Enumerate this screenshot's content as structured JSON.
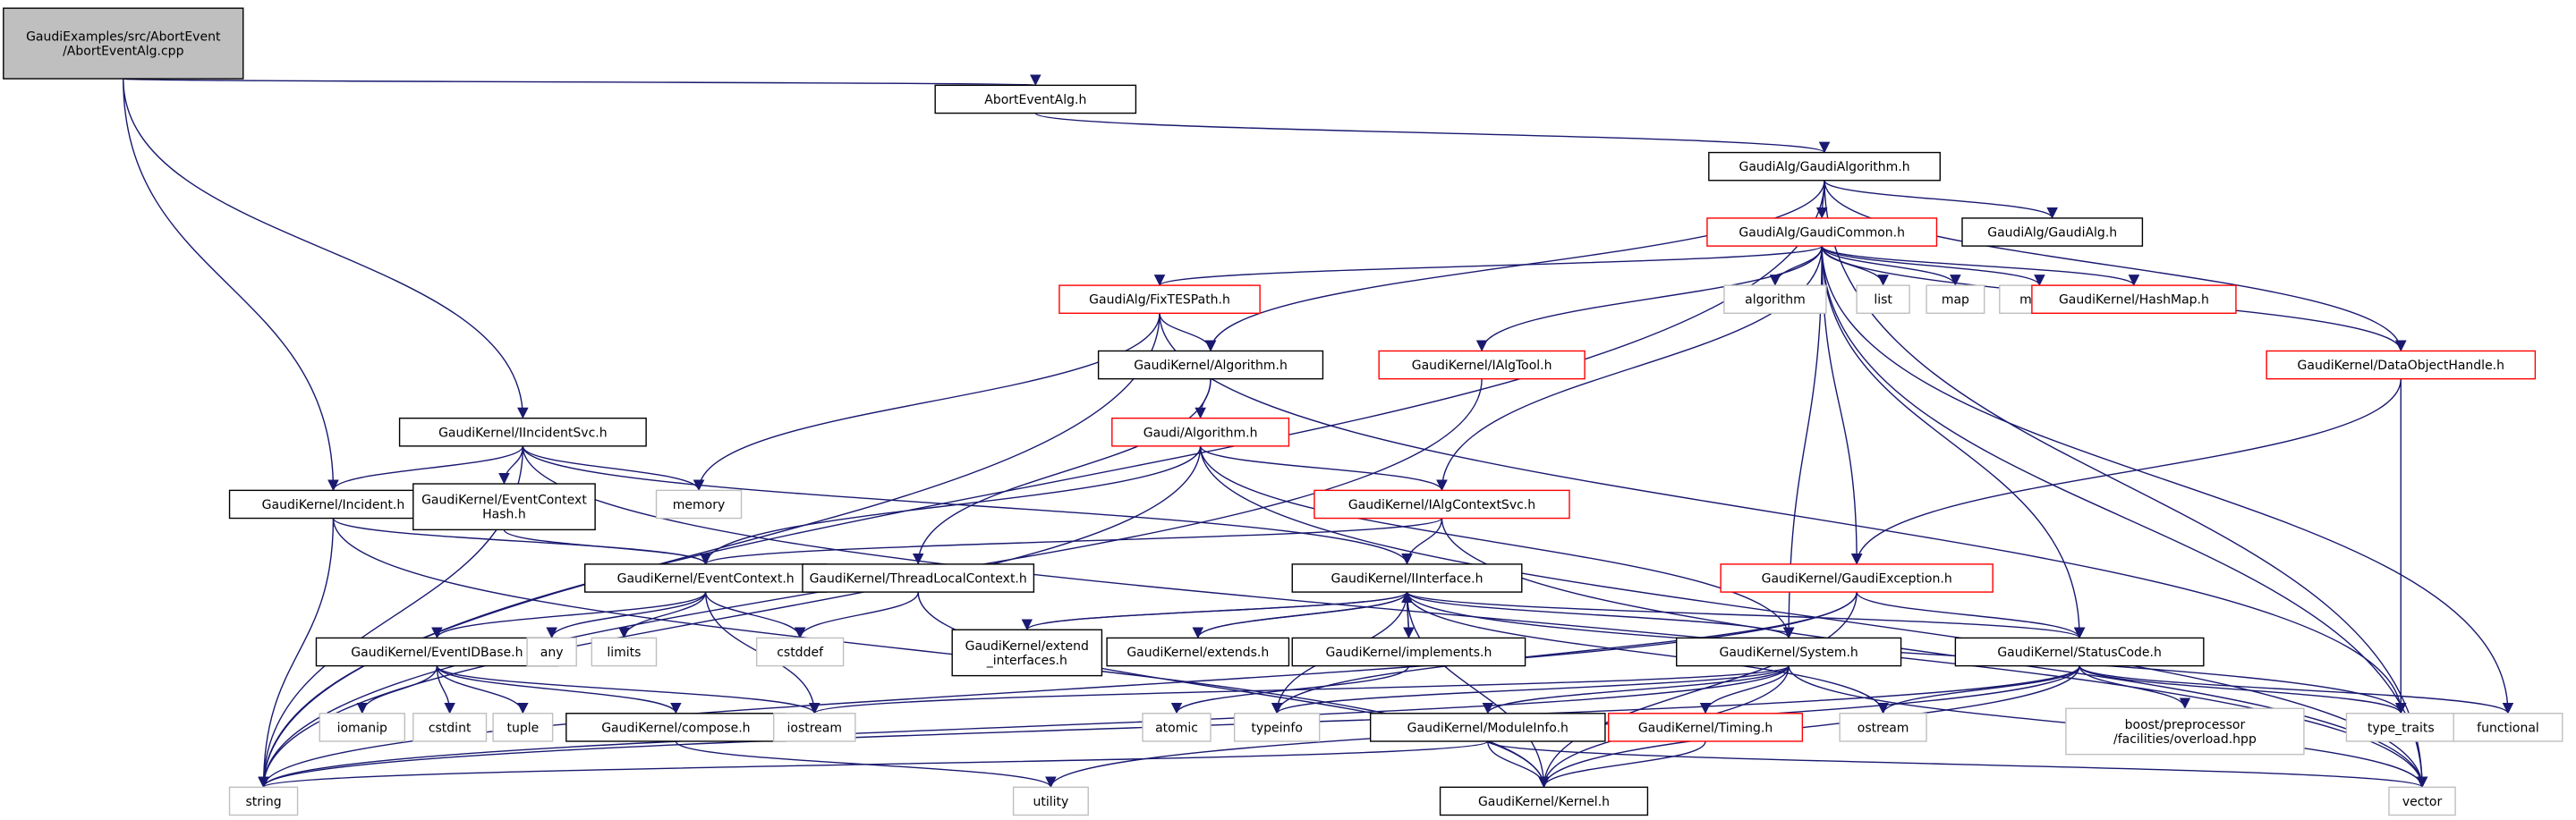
{
  "graph": {
    "colors": {
      "edge": "#191970",
      "root_fill": "#bfbfbf",
      "root_border": "#000000",
      "header_border": "#000000",
      "has_more_border": "#ff0000",
      "system_border": "#bfbfbf"
    },
    "nodes": [
      {
        "id": "root",
        "kind": "root",
        "lines": [
          "GaudiExamples/src/AbortEvent",
          "/AbortEventAlg.cpp"
        ]
      },
      {
        "id": "abortalg",
        "kind": "header",
        "lines": [
          "AbortEventAlg.h"
        ]
      },
      {
        "id": "gaudialgorithm",
        "kind": "header",
        "lines": [
          "GaudiAlg/GaudiAlgorithm.h"
        ]
      },
      {
        "id": "gaudicommon",
        "kind": "more",
        "lines": [
          "GaudiAlg/GaudiCommon.h"
        ]
      },
      {
        "id": "gaudialg",
        "kind": "header",
        "lines": [
          "GaudiAlg/GaudiAlg.h"
        ]
      },
      {
        "id": "fixtes",
        "kind": "more",
        "lines": [
          "GaudiAlg/FixTESPath.h"
        ]
      },
      {
        "id": "kalgorithm",
        "kind": "header",
        "lines": [
          "GaudiKernel/Algorithm.h"
        ]
      },
      {
        "id": "ialgtool",
        "kind": "more",
        "lines": [
          "GaudiKernel/IAlgTool.h"
        ]
      },
      {
        "id": "algorithm_std",
        "kind": "system",
        "lines": [
          "algorithm"
        ]
      },
      {
        "id": "list",
        "kind": "system",
        "lines": [
          "list"
        ]
      },
      {
        "id": "map",
        "kind": "system",
        "lines": [
          "map"
        ]
      },
      {
        "id": "mutex",
        "kind": "system",
        "lines": [
          "mutex"
        ]
      },
      {
        "id": "hashmap",
        "kind": "more",
        "lines": [
          "GaudiKernel/HashMap.h"
        ]
      },
      {
        "id": "dataobjhandle",
        "kind": "more",
        "lines": [
          "GaudiKernel/DataObjectHandle.h"
        ]
      },
      {
        "id": "iincidentsvc",
        "kind": "header",
        "lines": [
          "GaudiKernel/IIncidentSvc.h"
        ]
      },
      {
        "id": "gaudialgorithm2",
        "kind": "more",
        "lines": [
          "Gaudi/Algorithm.h"
        ]
      },
      {
        "id": "incident",
        "kind": "header",
        "lines": [
          "GaudiKernel/Incident.h"
        ]
      },
      {
        "id": "evctxhash",
        "kind": "header",
        "lines": [
          "GaudiKernel/EventContext",
          "Hash.h"
        ]
      },
      {
        "id": "memory",
        "kind": "system",
        "lines": [
          "memory"
        ]
      },
      {
        "id": "ialgcontextsvc",
        "kind": "more",
        "lines": [
          "GaudiKernel/IAlgContextSvc.h"
        ]
      },
      {
        "id": "eventcontext",
        "kind": "header",
        "lines": [
          "GaudiKernel/EventContext.h"
        ]
      },
      {
        "id": "threadlocal",
        "kind": "header",
        "lines": [
          "GaudiKernel/ThreadLocalContext.h"
        ]
      },
      {
        "id": "iinterface",
        "kind": "header",
        "lines": [
          "GaudiKernel/IInterface.h"
        ]
      },
      {
        "id": "gaudiexception",
        "kind": "more",
        "lines": [
          "GaudiKernel/GaudiException.h"
        ]
      },
      {
        "id": "eventidbase",
        "kind": "header",
        "lines": [
          "GaudiKernel/EventIDBase.h"
        ]
      },
      {
        "id": "any",
        "kind": "system",
        "lines": [
          "any"
        ]
      },
      {
        "id": "limits",
        "kind": "system",
        "lines": [
          "limits"
        ]
      },
      {
        "id": "cstddef",
        "kind": "system",
        "lines": [
          "cstddef"
        ]
      },
      {
        "id": "extendif",
        "kind": "header",
        "lines": [
          "GaudiKernel/extend",
          "_interfaces.h"
        ]
      },
      {
        "id": "extends",
        "kind": "header",
        "lines": [
          "GaudiKernel/extends.h"
        ]
      },
      {
        "id": "implements",
        "kind": "header",
        "lines": [
          "GaudiKernel/implements.h"
        ]
      },
      {
        "id": "system",
        "kind": "header",
        "lines": [
          "GaudiKernel/System.h"
        ]
      },
      {
        "id": "statuscode",
        "kind": "header",
        "lines": [
          "GaudiKernel/StatusCode.h"
        ]
      },
      {
        "id": "iomanip",
        "kind": "system",
        "lines": [
          "iomanip"
        ]
      },
      {
        "id": "cstdint",
        "kind": "system",
        "lines": [
          "cstdint"
        ]
      },
      {
        "id": "tuple",
        "kind": "system",
        "lines": [
          "tuple"
        ]
      },
      {
        "id": "compose",
        "kind": "header",
        "lines": [
          "GaudiKernel/compose.h"
        ]
      },
      {
        "id": "iostream",
        "kind": "system",
        "lines": [
          "iostream"
        ]
      },
      {
        "id": "atomic",
        "kind": "system",
        "lines": [
          "atomic"
        ]
      },
      {
        "id": "typeinfo",
        "kind": "system",
        "lines": [
          "typeinfo"
        ]
      },
      {
        "id": "moduleinfo",
        "kind": "header",
        "lines": [
          "GaudiKernel/ModuleInfo.h"
        ]
      },
      {
        "id": "timing",
        "kind": "more",
        "lines": [
          "GaudiKernel/Timing.h"
        ]
      },
      {
        "id": "ostream",
        "kind": "system",
        "lines": [
          "ostream"
        ]
      },
      {
        "id": "boostpp",
        "kind": "system",
        "lines": [
          "boost/preprocessor",
          "/facilities/overload.hpp"
        ]
      },
      {
        "id": "typetraits",
        "kind": "system",
        "lines": [
          "type_traits"
        ]
      },
      {
        "id": "functional",
        "kind": "system",
        "lines": [
          "functional"
        ]
      },
      {
        "id": "string",
        "kind": "system",
        "lines": [
          "string"
        ]
      },
      {
        "id": "utility",
        "kind": "system",
        "lines": [
          "utility"
        ]
      },
      {
        "id": "kernel",
        "kind": "header",
        "lines": [
          "GaudiKernel/Kernel.h"
        ]
      },
      {
        "id": "vector",
        "kind": "system",
        "lines": [
          "vector"
        ]
      }
    ],
    "edges": [
      [
        "root",
        "abortalg"
      ],
      [
        "root",
        "incident"
      ],
      [
        "root",
        "iincidentsvc"
      ],
      [
        "abortalg",
        "gaudialgorithm"
      ],
      [
        "gaudialgorithm",
        "gaudicommon"
      ],
      [
        "gaudialgorithm",
        "gaudialg"
      ],
      [
        "gaudialgorithm",
        "kalgorithm"
      ],
      [
        "gaudialgorithm",
        "dataobjhandle"
      ],
      [
        "gaudialgorithm",
        "string"
      ],
      [
        "gaudialgorithm",
        "vector"
      ],
      [
        "gaudicommon",
        "fixtes"
      ],
      [
        "gaudicommon",
        "ialgtool"
      ],
      [
        "gaudicommon",
        "algorithm_std"
      ],
      [
        "gaudicommon",
        "list"
      ],
      [
        "gaudicommon",
        "map"
      ],
      [
        "gaudicommon",
        "mutex"
      ],
      [
        "gaudicommon",
        "hashmap"
      ],
      [
        "gaudicommon",
        "dataobjhandle"
      ],
      [
        "gaudicommon",
        "ialgcontextsvc"
      ],
      [
        "gaudicommon",
        "system"
      ],
      [
        "gaudicommon",
        "gaudiexception"
      ],
      [
        "gaudicommon",
        "statuscode"
      ],
      [
        "gaudicommon",
        "functional"
      ],
      [
        "gaudicommon",
        "vector"
      ],
      [
        "fixtes",
        "kalgorithm"
      ],
      [
        "fixtes",
        "memory"
      ],
      [
        "fixtes",
        "string"
      ],
      [
        "fixtes",
        "typetraits"
      ],
      [
        "kalgorithm",
        "gaudialgorithm2"
      ],
      [
        "kalgorithm",
        "threadlocal"
      ],
      [
        "ialgtool",
        "string"
      ],
      [
        "dataobjhandle",
        "gaudiexception"
      ],
      [
        "dataobjhandle",
        "typetraits"
      ],
      [
        "iincidentsvc",
        "incident"
      ],
      [
        "iincidentsvc",
        "evctxhash"
      ],
      [
        "iincidentsvc",
        "memory"
      ],
      [
        "iincidentsvc",
        "iinterface"
      ],
      [
        "iincidentsvc",
        "string"
      ],
      [
        "iincidentsvc",
        "vector"
      ],
      [
        "gaudialgorithm2",
        "ialgcontextsvc"
      ],
      [
        "gaudialgorithm2",
        "eventcontext"
      ],
      [
        "gaudialgorithm2",
        "system"
      ],
      [
        "gaudialgorithm2",
        "string"
      ],
      [
        "gaudialgorithm2",
        "vector"
      ],
      [
        "incident",
        "eventcontext"
      ],
      [
        "incident",
        "string"
      ],
      [
        "incident",
        "kernel"
      ],
      [
        "evctxhash",
        "eventcontext"
      ],
      [
        "ialgcontextsvc",
        "iinterface"
      ],
      [
        "ialgcontextsvc",
        "eventcontext"
      ],
      [
        "ialgcontextsvc",
        "vector"
      ],
      [
        "eventcontext",
        "eventidbase"
      ],
      [
        "eventcontext",
        "any"
      ],
      [
        "eventcontext",
        "limits"
      ],
      [
        "eventcontext",
        "cstddef"
      ],
      [
        "eventcontext",
        "iostream"
      ],
      [
        "threadlocal",
        "cstddef"
      ],
      [
        "threadlocal",
        "kernel"
      ],
      [
        "iinterface",
        "extendif"
      ],
      [
        "iinterface",
        "extends"
      ],
      [
        "iinterface",
        "implements"
      ],
      [
        "iinterface",
        "system"
      ],
      [
        "iinterface",
        "statuscode"
      ],
      [
        "iinterface",
        "typeinfo"
      ],
      [
        "iinterface",
        "ostream"
      ],
      [
        "iinterface",
        "typetraits"
      ],
      [
        "iinterface",
        "kernel"
      ],
      [
        "extendif",
        "iinterface"
      ],
      [
        "extends",
        "iinterface"
      ],
      [
        "implements",
        "iinterface"
      ],
      [
        "implements",
        "atomic"
      ],
      [
        "gaudiexception",
        "statuscode"
      ],
      [
        "gaudiexception",
        "kernel"
      ],
      [
        "gaudiexception",
        "string"
      ],
      [
        "gaudiexception",
        "typeinfo"
      ],
      [
        "eventidbase",
        "iomanip"
      ],
      [
        "eventidbase",
        "cstdint"
      ],
      [
        "eventidbase",
        "tuple"
      ],
      [
        "eventidbase",
        "compose"
      ],
      [
        "eventidbase",
        "iostream"
      ],
      [
        "compose",
        "utility"
      ],
      [
        "system",
        "moduleinfo"
      ],
      [
        "system",
        "timing"
      ],
      [
        "system",
        "kernel"
      ],
      [
        "system",
        "typeinfo"
      ],
      [
        "system",
        "string"
      ],
      [
        "system",
        "iostream"
      ],
      [
        "system",
        "vector"
      ],
      [
        "statuscode",
        "ostream"
      ],
      [
        "statuscode",
        "boostpp"
      ],
      [
        "statuscode",
        "typetraits"
      ],
      [
        "statuscode",
        "functional"
      ],
      [
        "statuscode",
        "utility"
      ],
      [
        "statuscode",
        "kernel"
      ],
      [
        "statuscode",
        "string"
      ],
      [
        "moduleinfo",
        "kernel"
      ],
      [
        "moduleinfo",
        "string"
      ],
      [
        "moduleinfo",
        "vector"
      ],
      [
        "timing",
        "kernel"
      ]
    ]
  }
}
